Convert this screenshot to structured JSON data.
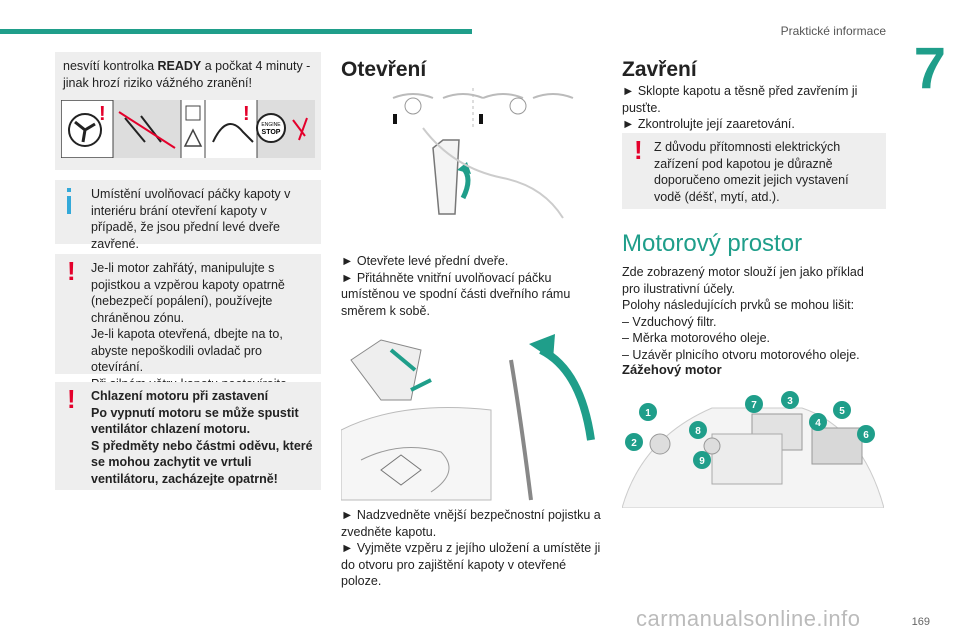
{
  "header": {
    "section": "Praktické informace",
    "chapter": "7"
  },
  "col1": {
    "intro_prefix": "nesvítí kontrolka ",
    "intro_bold": "READY",
    "intro_suffix": " a počkat 4 minuty - jinak hrozí riziko vážného zranění!",
    "engine_stop_label": "ENGINE STOP",
    "info_note": "Umístění uvolňovací páčky kapoty v interiéru brání otevření kapoty v případě, že jsou přední levé dveře zavřené.",
    "warn1_lines": [
      "Je-li motor zahřátý, manipulujte s pojistkou a vzpěrou kapoty opatrně (nebezpečí popálení), používejte chráněnou zónu.",
      "Je-li kapota otevřená, dbejte na to, abyste nepoškodili ovladač pro otevírání.",
      "Při silném větru kapotu neotevírejte."
    ],
    "warn2_lines": [
      "Chlazení motoru při zastavení",
      "Po vypnutí motoru se může spustit ventilátor chlazení motoru.",
      "S předměty nebo částmi oděvu, které se mohou zachytit ve vrtuli ventilátoru, zacházejte opatrně!"
    ]
  },
  "col2": {
    "title": "Otevření",
    "step1": "► Otevřete levé přední dveře.",
    "step2": "► Přitáhněte vnitřní uvolňovací páčku umístěnou ve spodní části dveřního rámu směrem k sobě.",
    "step3": "► Nadzvedněte vnější bezpečnostní pojistku a zvedněte kapotu.",
    "step4": "► Vyjměte vzpěru z jejího uložení a umístěte ji do otvoru pro zajištění kapoty v otevřené poloze."
  },
  "col3": {
    "title": "Zavření",
    "step1": "► Sklopte kapotu a těsně před zavřením ji pusťte.",
    "step2": "► Zkontrolujte její zaaretování.",
    "warn": "Z důvodu přítomnosti elektrických zařízení pod kapotou je důrazně doporučeno omezit jejich vystavení vodě (déšť, mytí, atd.).",
    "engine_title": "Motorový prostor",
    "engine_text": "Zde zobrazený motor slouží jen jako příklad pro ilustrativní účely.",
    "diff_intro": "Polohy následujících prvků se mohou lišit:",
    "diff_items": [
      "– Vzduchový filtr.",
      "– Měrka motorového oleje.",
      "– Uzávěr plnicího otvoru motorového oleje."
    ],
    "petrol_title": "Zážehový motor",
    "callouts": [
      "1",
      "2",
      "3",
      "4",
      "5",
      "6",
      "7",
      "8",
      "9"
    ]
  },
  "footer": {
    "page": "169",
    "watermark": "carmanualsonline.info"
  },
  "colors": {
    "accent": "#1f9e8a",
    "warning": "#e4002b",
    "info": "#33a9d9",
    "box_bg": "#eeeeee"
  }
}
